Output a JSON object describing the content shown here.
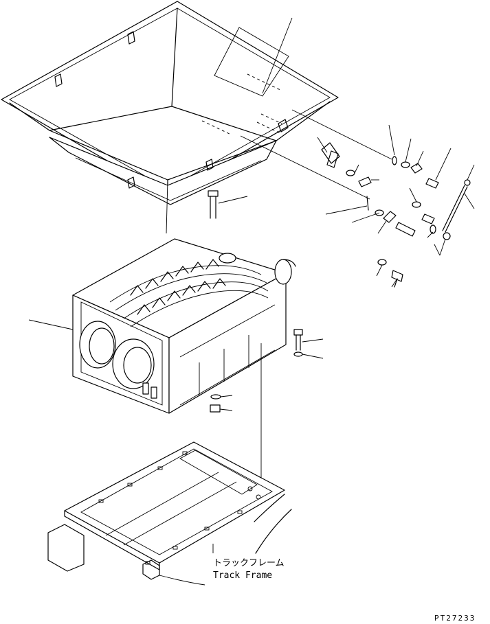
{
  "labels": {
    "track_frame_jp": "トラックフレーム",
    "track_frame_en": "Track Frame",
    "drawing_code": "PT27233"
  }
}
